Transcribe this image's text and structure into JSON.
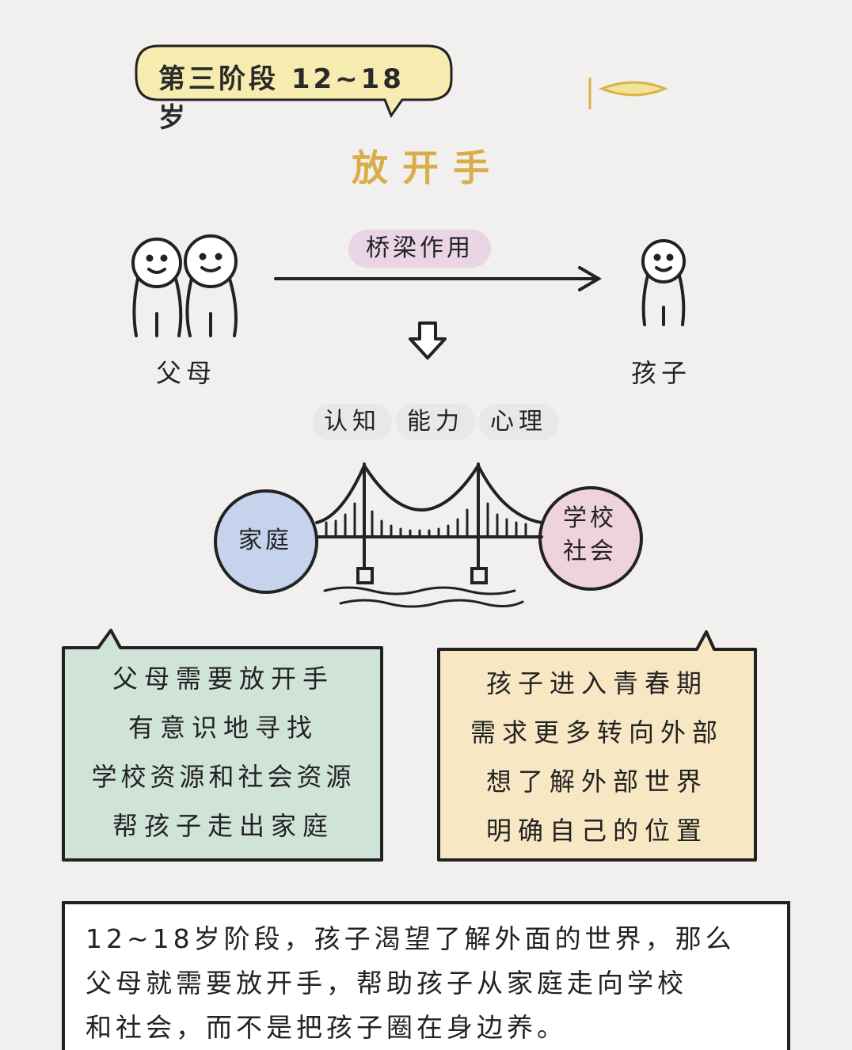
{
  "header": {
    "stage": "第三阶段 12~18岁",
    "headline": "放开手"
  },
  "relation": {
    "role": "桥梁作用",
    "from": "父母",
    "to": "孩子"
  },
  "aspects": [
    "认知",
    "能力",
    "心理"
  ],
  "bridge": {
    "left_circle": "家庭",
    "right_circle": [
      "学校",
      "社会"
    ]
  },
  "parents_box": {
    "lines": [
      "父母需要放开手",
      "有意识地寻找",
      "学校资源和社会资源",
      "帮孩子走出家庭"
    ]
  },
  "child_box": {
    "lines": [
      "孩子进入青春期",
      "需求更多转向外部",
      "想了解外部世界",
      "明确自己的位置"
    ]
  },
  "summary": {
    "lines": [
      "12~18岁阶段，孩子渴望了解外面的世界，那么",
      "父母就需要放开手，帮助孩子从家庭走向学校",
      "和社会，而不是把孩子圈在身边养。"
    ]
  },
  "colors": {
    "stage_bubble": "#f6ecb0",
    "headline": "#d9ad4a",
    "role_pill": "#e9d5e4",
    "home_circle": "#c6d3ec",
    "society_circle": "#efd3dc",
    "parents_box": "#cfe3d8",
    "child_box": "#f7e7c3",
    "summary_box": "#ffffff"
  }
}
